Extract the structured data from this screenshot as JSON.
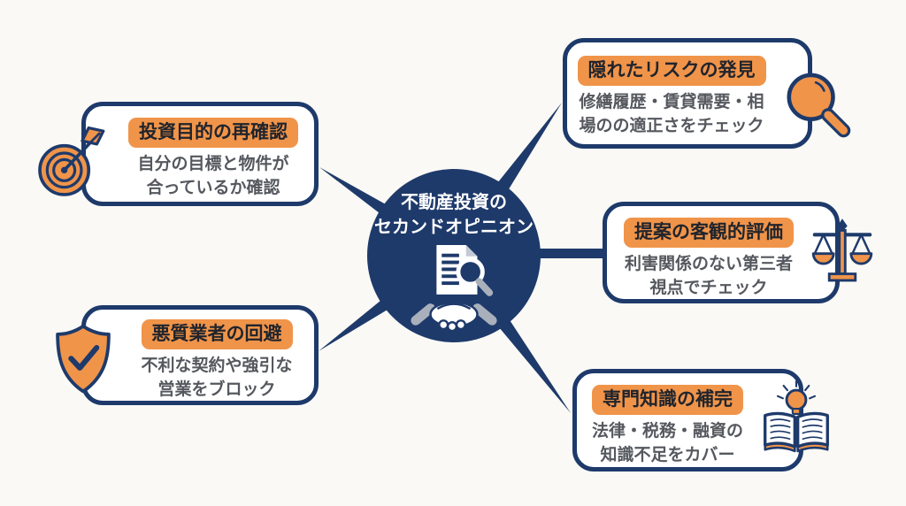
{
  "diagram": {
    "title": "不動産投資のセカンドオピニオン",
    "colors": {
      "navy": "#1e3a6b",
      "orange": "#f0944a",
      "title_text": "#20242c",
      "body_text": "#55585e",
      "background": "#faf9f5",
      "box_background": "#ffffff"
    },
    "center": {
      "line1": "不動産投資の",
      "line2": "セカンドオピニオン",
      "icon": "contract-magnifier-handshake-icon"
    },
    "nodes": [
      {
        "position": "top-left",
        "title": "投資目的の再確認",
        "body_line1": "自分の目標と物件が",
        "body_line2": "合っているか確認",
        "icon": "dart-target-icon"
      },
      {
        "position": "bottom-left",
        "title": "悪質業者の回避",
        "body_line1": "不利な契約や強引な",
        "body_line2": "営業をブロック",
        "icon": "shield-check-icon"
      },
      {
        "position": "top-right",
        "title": "隠れたリスクの発見",
        "body_line1": "修繕履歴・賃貸需要・相",
        "body_line2": "場のの適正さをチェック",
        "icon": "magnifier-icon"
      },
      {
        "position": "middle-right",
        "title": "提案の客観的評価",
        "body_line1": "利害関係のない第三者",
        "body_line2": "視点でチェック",
        "icon": "balance-scales-icon"
      },
      {
        "position": "bottom-right",
        "title": "専門知識の補完",
        "body_line1": "法律・税務・融資の",
        "body_line2": "知識不足をカバー",
        "icon": "open-book-idea-icon"
      }
    ]
  }
}
